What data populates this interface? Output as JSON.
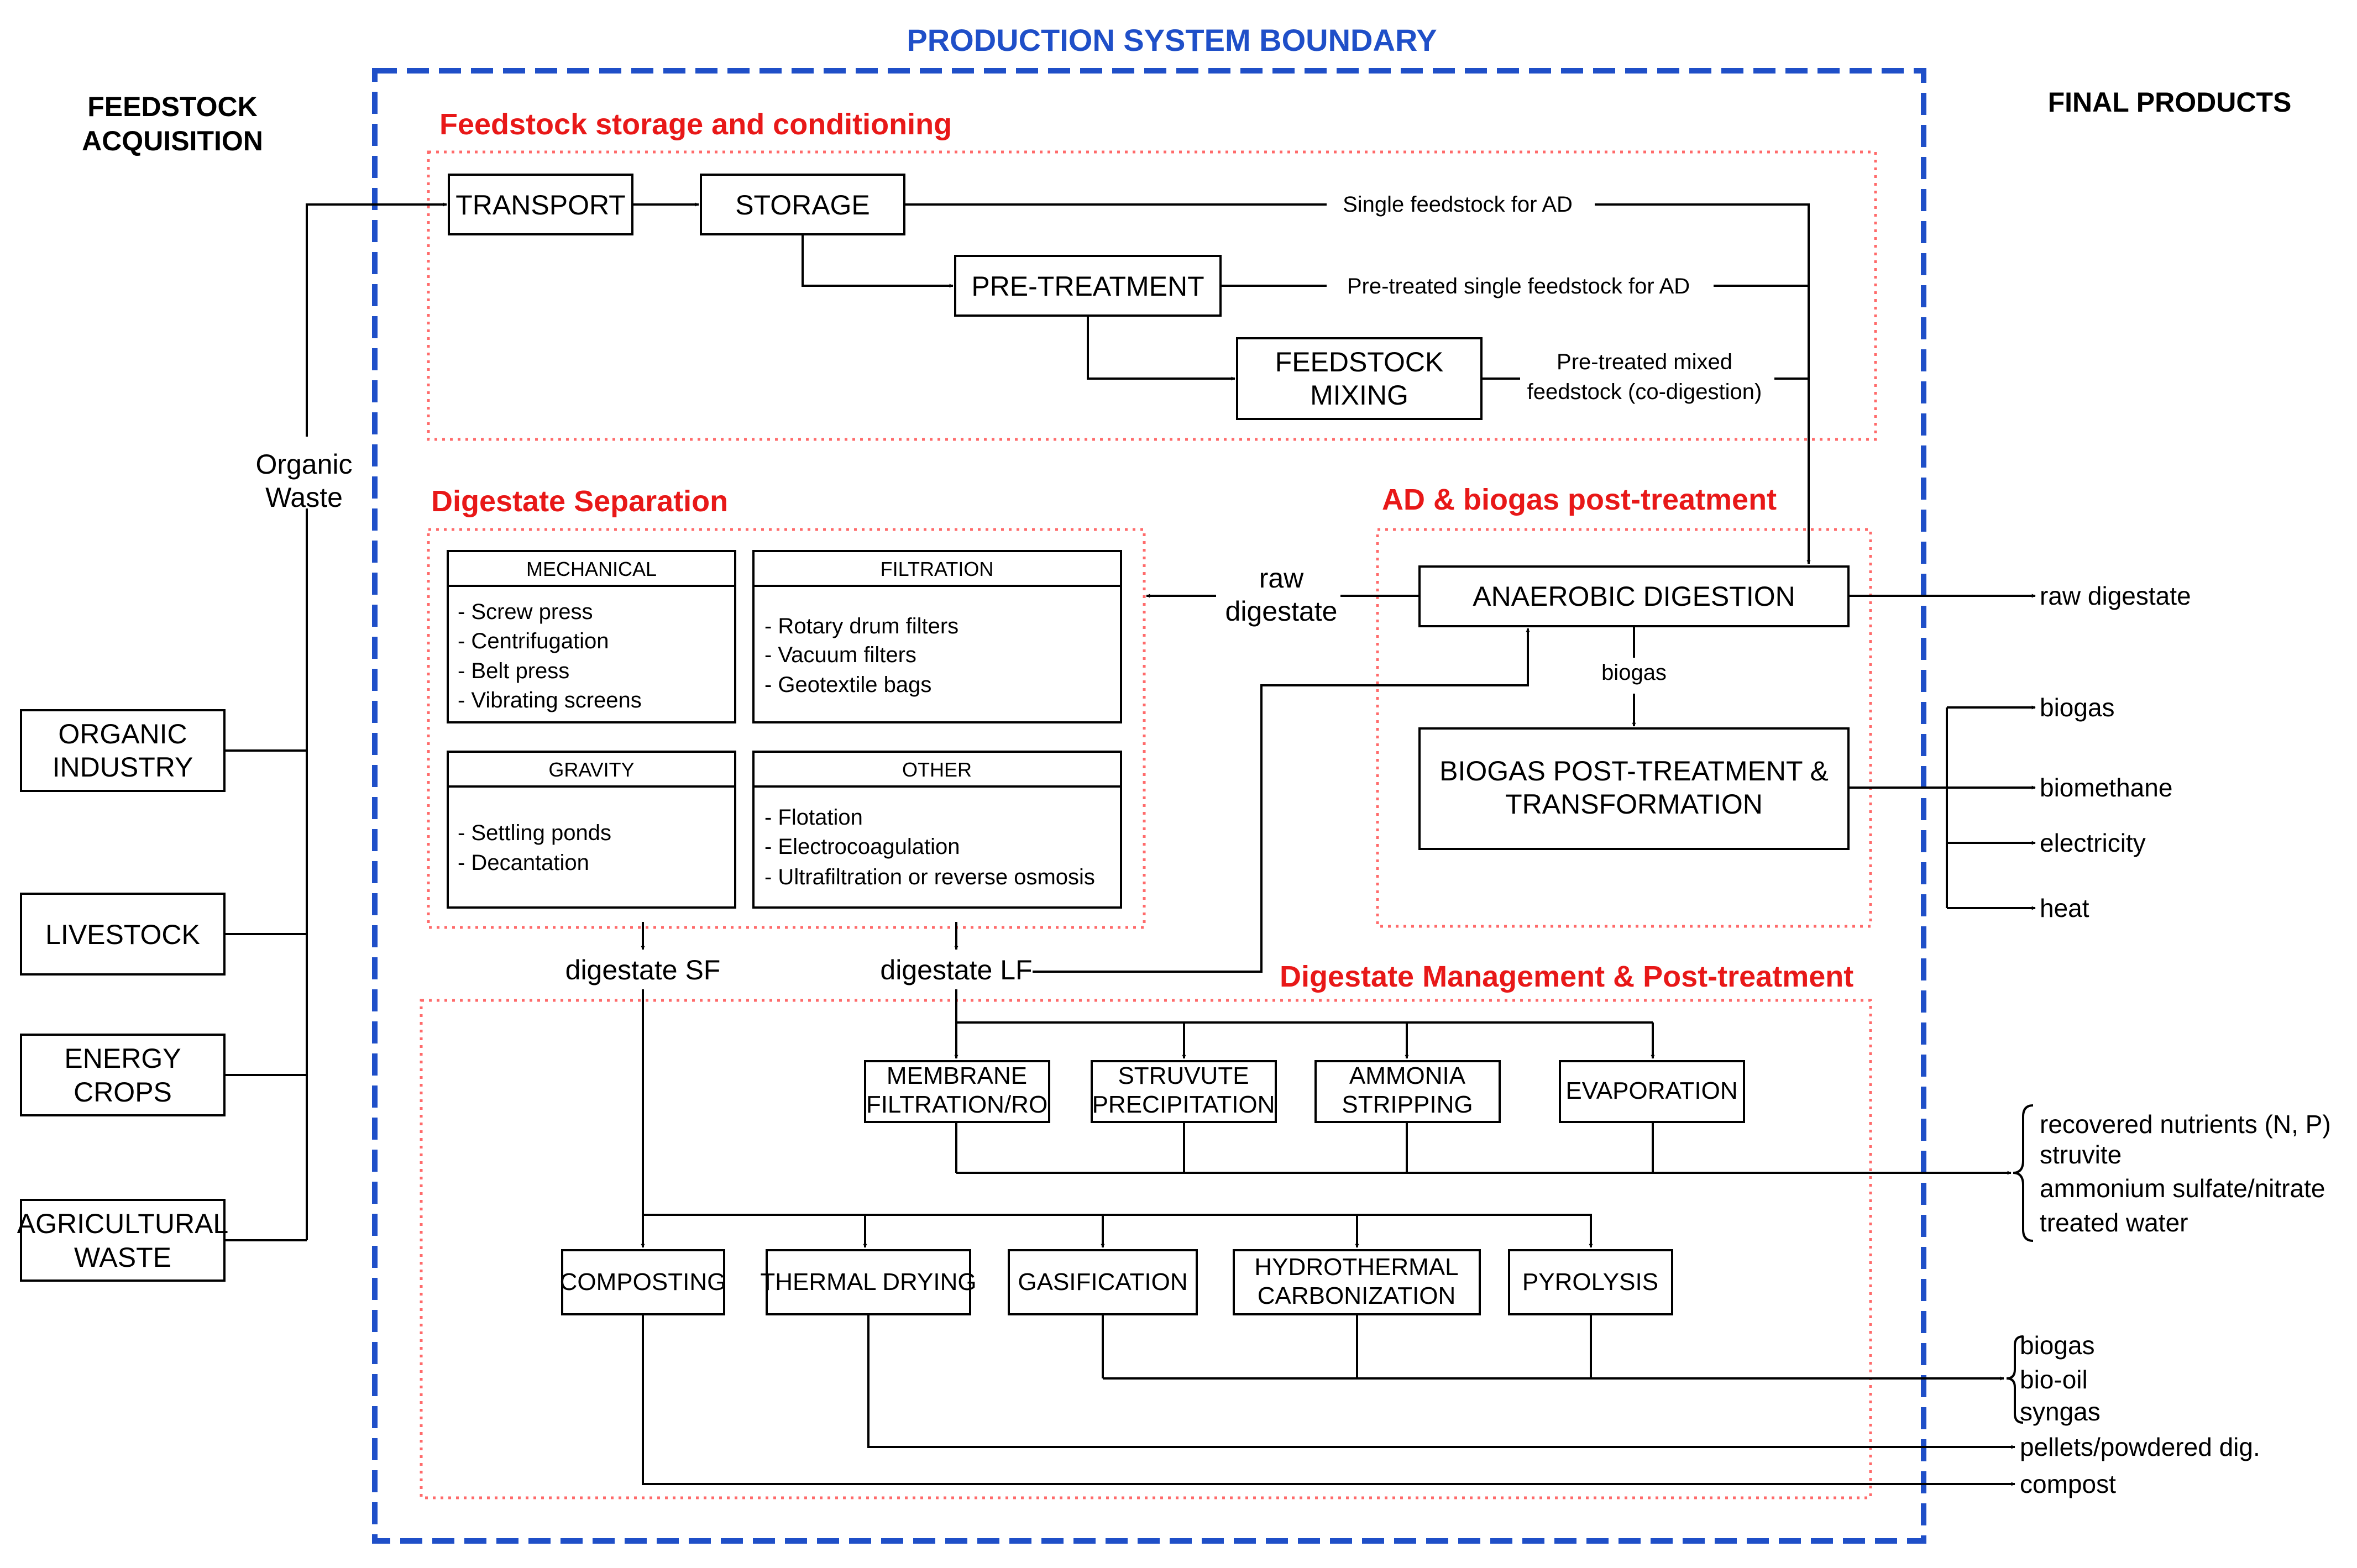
{
  "boundary_title": "PRODUCTION SYSTEM BOUNDARY",
  "feedstock_acquisition": {
    "line1": "FEEDSTOCK",
    "line2": "ACQUISITION"
  },
  "final_products_title": "FINAL PRODUCTS",
  "sources": {
    "organic_industry": [
      "ORGANIC",
      "INDUSTRY"
    ],
    "livestock": "LIVESTOCK",
    "energy_crops": [
      "ENERGY",
      "CROPS"
    ],
    "agricultural_waste": [
      "AGRICULTURAL",
      "WASTE"
    ]
  },
  "organic_waste": [
    "Organic",
    "Waste"
  ],
  "sections": {
    "storage": "Feedstock storage and conditioning",
    "separation": "Digestate Separation",
    "ad": "AD & biogas post-treatment",
    "management": "Digestate Management & Post-treatment"
  },
  "storage_nodes": {
    "transport": "TRANSPORT",
    "storage": "STORAGE",
    "pretreatment": "PRE-TREATMENT",
    "mixing": [
      "FEEDSTOCK",
      "MIXING"
    ]
  },
  "flow_labels": {
    "single": "Single feedstock for AD",
    "pretreated_single": "Pre-treated single feedstock for AD",
    "pretreated_mixed": [
      "Pre-treated mixed",
      "feedstock (co-digestion)"
    ],
    "raw_digestate": [
      "raw",
      "digestate"
    ],
    "biogas": "biogas",
    "digestate_sf": "digestate SF",
    "digestate_lf": "digestate LF"
  },
  "ad_nodes": {
    "anaerobic_digestion": "ANAEROBIC DIGESTION",
    "biogas_post": [
      "BIOGAS POST-TREATMENT &",
      "TRANSFORMATION"
    ]
  },
  "separation_panels": [
    {
      "header": "MECHANICAL",
      "items": [
        "- Screw press",
        "- Centrifugation",
        "- Belt press",
        "- Vibrating screens"
      ]
    },
    {
      "header": "FILTRATION",
      "items": [
        "- Rotary drum filters",
        "- Vacuum filters",
        "- Geotextile bags"
      ]
    },
    {
      "header": "GRAVITY",
      "items": [
        "- Settling ponds",
        "- Decantation"
      ]
    },
    {
      "header": "OTHER",
      "items": [
        "- Flotation",
        "- Electrocoagulation",
        "- Ultrafiltration or  reverse osmosis"
      ]
    }
  ],
  "lf_nodes": {
    "membrane": [
      "MEMBRANE",
      "FILTRATION/RO"
    ],
    "struvite": [
      "STRUVUTE",
      "PRECIPITATION"
    ],
    "ammonia": [
      "AMMONIA",
      "STRIPPING"
    ],
    "evaporation": "EVAPORATION"
  },
  "sf_nodes": {
    "composting": "COMPOSTING",
    "thermal_drying": "THERMAL DRYING",
    "gasification": "GASIFICATION",
    "htc": [
      "HYDROTHERMAL",
      "CARBONIZATION"
    ],
    "pyrolysis": "PYROLYSIS"
  },
  "products": {
    "raw_digestate": "raw digestate",
    "energy": [
      "biogas",
      "biomethane",
      "electricity",
      "heat"
    ],
    "nutrients": [
      "recovered nutrients (N, P)",
      "struvite",
      "ammonium sulfate/nitrate",
      "treated water"
    ],
    "thermochemical": [
      "biogas",
      "bio-oil",
      "syngas"
    ],
    "pellets": "pellets/powdered dig.",
    "compost": "compost"
  }
}
